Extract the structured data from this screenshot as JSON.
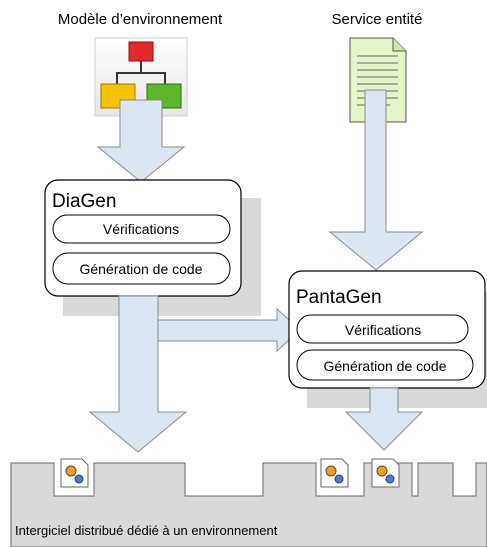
{
  "labels": {
    "environment_model": "Modèle d’environnement",
    "entity_service": "Service entité",
    "middleware": "Intergiciel distribué dédié à un environnement"
  },
  "diagen": {
    "title": "DiaGen",
    "verifications": "Vérifications",
    "code_generation": "Génération de code"
  },
  "pantagen": {
    "title": "PantaGen",
    "verifications": "Vérifications",
    "code_generation": "Génération de code"
  },
  "icons": {
    "environment_model": "hierarchy-diagram-icon",
    "entity_service": "document-icon",
    "components": "gear-component-icon"
  },
  "colors": {
    "arrow_fill": "#dce6f2",
    "arrow_stroke": "#8c8c8c",
    "shadow": "#d9d9d9",
    "middleware_bg": "#d9d9d9",
    "diagram_red": "#e32a2a",
    "diagram_yellow": "#f5c400",
    "diagram_green": "#5cb82a",
    "document_fill": "#e6f5c8"
  }
}
